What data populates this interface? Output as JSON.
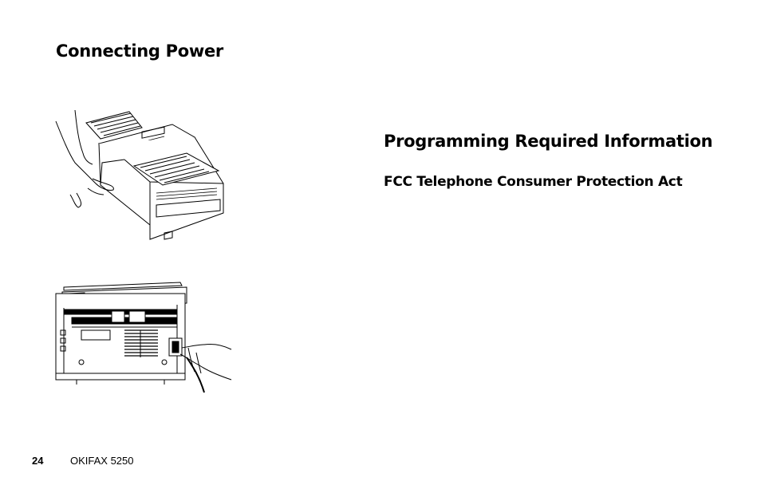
{
  "left": {
    "title": "Connecting Power"
  },
  "right": {
    "title": "Programming Required Information",
    "subtitle": "FCC Telephone Consumer Protection Act"
  },
  "footer": {
    "page_number": "24",
    "document": "OKIFAX 5250"
  },
  "illustrations": [
    "fax-front-illustration",
    "fax-rear-power-cord-illustration"
  ]
}
